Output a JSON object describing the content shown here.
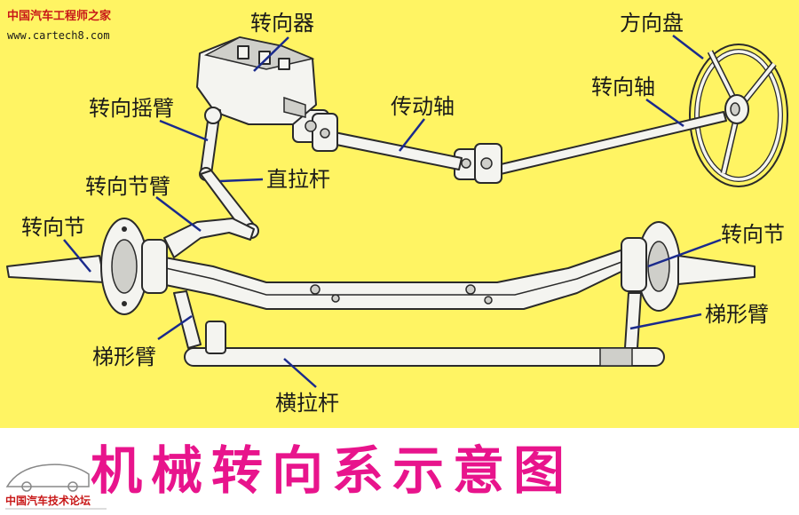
{
  "watermark": {
    "site_name": "中国汽车工程师之家",
    "url": "www.cartech8.com"
  },
  "labels": {
    "steering_gear": "转向器",
    "steering_wheel": "方向盘",
    "pitman_arm": "转向摇臂",
    "drive_shaft": "传动轴",
    "steering_shaft": "转向轴",
    "knuckle_arm": "转向节臂",
    "drag_link": "直拉杆",
    "knuckle_left": "转向节",
    "knuckle_right": "转向节",
    "trapezoid_arm_right": "梯形臂",
    "trapezoid_arm_left": "梯形臂",
    "tie_rod": "横拉杆"
  },
  "caption": "机械转向系示意图",
  "logo": {
    "text": "中国汽车技术论坛"
  },
  "colors": {
    "background": "#fff463",
    "caption": "#e8148c",
    "leader": "#1a2a8c",
    "watermark": "#c81818"
  }
}
